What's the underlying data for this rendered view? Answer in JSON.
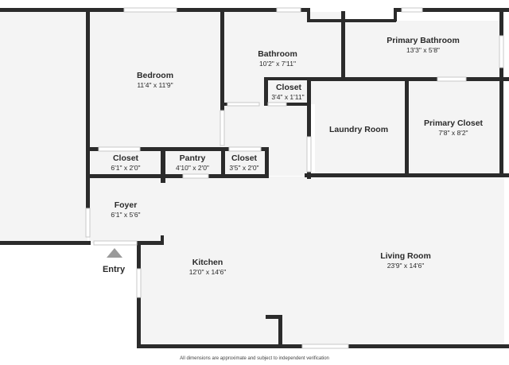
{
  "rooms": [
    {
      "key": "bedroom",
      "name": "Bedroom",
      "dims": "11'4\" x 11'9\""
    },
    {
      "key": "bathroom",
      "name": "Bathroom",
      "dims": "10'2\" x 7'11\""
    },
    {
      "key": "primary_bathroom",
      "name": "Primary Bathroom",
      "dims": "13'3\" x 5'8\""
    },
    {
      "key": "hall_closet",
      "name": "Closet",
      "dims": "3'4\" x 1'11\""
    },
    {
      "key": "laundry",
      "name": "Laundry Room",
      "dims": ""
    },
    {
      "key": "primary_closet",
      "name": "Primary Closet",
      "dims": "7'8\" x 8'2\""
    },
    {
      "key": "closet_left",
      "name": "Closet",
      "dims": "6'1\" x 2'0\""
    },
    {
      "key": "pantry",
      "name": "Pantry",
      "dims": "4'10\" x 2'0\""
    },
    {
      "key": "closet_right",
      "name": "Closet",
      "dims": "3'5\" x 2'0\""
    },
    {
      "key": "foyer",
      "name": "Foyer",
      "dims": "6'1\" x 5'6\""
    },
    {
      "key": "kitchen",
      "name": "Kitchen",
      "dims": "12'0\" x 14'6\""
    },
    {
      "key": "living",
      "name": "Living Room",
      "dims": "23'9\" x 14'6\""
    }
  ],
  "entry": {
    "label": "Entry"
  },
  "disclaimer": "All dimensions are approximate and subject to independent verification",
  "colors": {
    "wall": "#2b2b2b",
    "floor": "#f4f4f4",
    "entry_arrow": "#9a9a9a",
    "window": "#d8d8d8"
  }
}
